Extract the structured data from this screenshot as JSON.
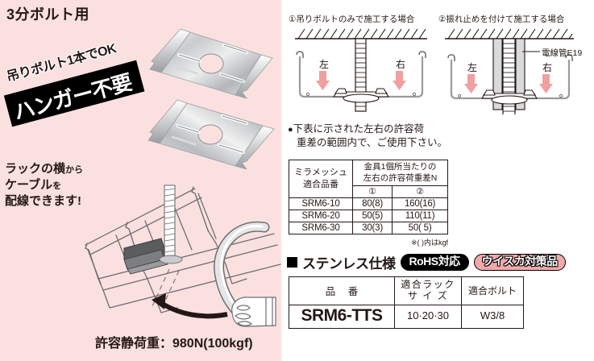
{
  "left": {
    "title": "3分ボルト用",
    "promo_line1": "吊りボルト1本でOK",
    "promo_badge": "ハンガー不要",
    "rack_text_line1_main": "ラックの横",
    "rack_text_line1_sub": "から",
    "rack_text_line2_main": "ケーブル",
    "rack_text_line2_sub": "を",
    "rack_text_line3": "配線できます!",
    "load_caption": "許容静荷重：980N(100kgf)",
    "bg_color": "#fbe0e0"
  },
  "diagrams": [
    {
      "caption": "①吊りボルトのみで施工する場合",
      "label_left": "左",
      "label_right": "右",
      "pipe_label": ""
    },
    {
      "caption": "②振れ止めを付けて施工する場合",
      "label_left": "左",
      "label_right": "右",
      "pipe_label": "電線管E19"
    }
  ],
  "note": {
    "bullet": "●",
    "line1": "下表に示された左右の許容荷",
    "line2": "重差の範囲内で、ご使用下さい。"
  },
  "table1": {
    "header_left": "ミラメッシュ\n適合品番",
    "header_left_l1": "ミラメッシュ",
    "header_left_l2": "適合品番",
    "header_span_l1": "金具1個所当たりの",
    "header_span_l2": "左右の許容荷重差N",
    "subheaders": [
      "①",
      "②"
    ],
    "rows": [
      {
        "part": "SRM6-10",
        "col1": "80(8)",
        "col2": "160(16)"
      },
      {
        "part": "SRM6-20",
        "col1": "50(5)",
        "col2": "110(11)"
      },
      {
        "part": "SRM6-30",
        "col1": "30(3)",
        "col2": "50( 5)"
      }
    ],
    "footnote": "※( )内はkgf"
  },
  "stainless": {
    "title": "ステンレス仕様",
    "badge_rohs": "RoHS対応",
    "badge_whisker": "ウイスカ対策品",
    "badge_pink_color": "#f0a9a9"
  },
  "table2": {
    "headers": [
      "品　番",
      "適合ラック\nサ　イ　ズ",
      "適合ボルト"
    ],
    "header_1": "品 番",
    "header_2_l1": "適合ラック",
    "header_2_l2": "サ イ ズ",
    "header_3": "適合ボルト",
    "row": {
      "part": "SRM6-TTS",
      "rack_size": "10·20·30",
      "bolt": "W3/8"
    }
  }
}
